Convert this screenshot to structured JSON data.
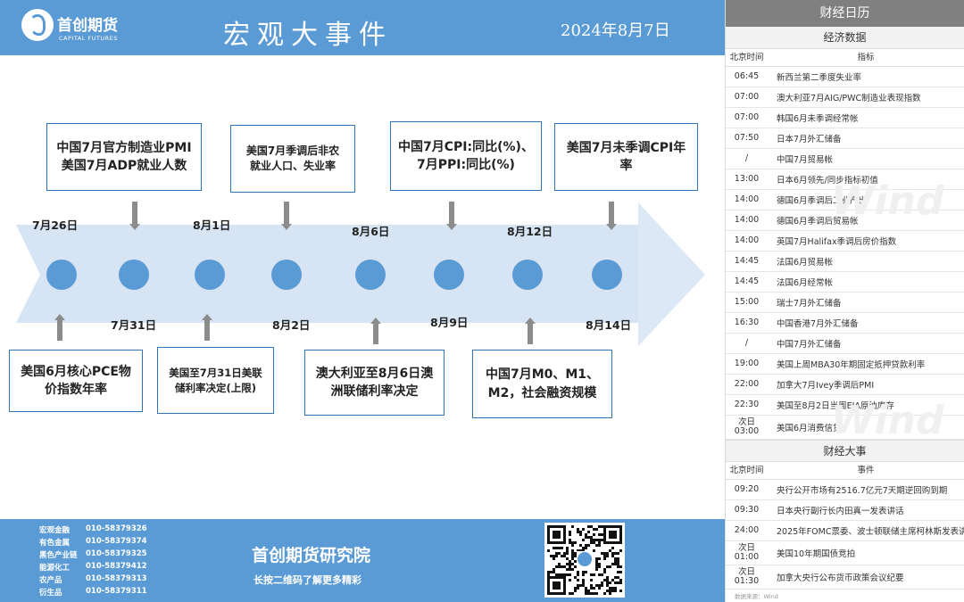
{
  "header": {
    "logo_cn": "首创期货",
    "logo_en": "CAPITAL FUTURES",
    "title": "宏观大事件",
    "date": "2024年8月7日"
  },
  "timeline": {
    "events_top": [
      {
        "text": "中国7月官方制造业PMI\n美国7月ADP就业人数"
      },
      {
        "text": "美国7月季调后非农\n就业人口、失业率"
      },
      {
        "text": "中国7月CPI:同比(%)、\n7月PPI:同比(%)"
      },
      {
        "text": "美国7月未季调CPI年\n率"
      }
    ],
    "events_bottom": [
      {
        "text": "美国6月核心PCE物\n价指数年率"
      },
      {
        "text": "美国至7月31日美联\n储利率决定(上限)"
      },
      {
        "text": "澳大利亚至8月6日澳\n洲联储利率决定"
      },
      {
        "text": "中国7月M0、M1、\nM2，社会融资规模"
      }
    ],
    "dates_top": [
      "7月26日",
      "8月1日",
      "8月6日",
      "8月12日"
    ],
    "dates_bottom": [
      "7月31日",
      "8月2日",
      "8月9日",
      "8月14日"
    ]
  },
  "footer": {
    "contacts": [
      {
        "dept": "宏观金融",
        "phone": "010-58379326"
      },
      {
        "dept": "有色金属",
        "phone": "010-58379374"
      },
      {
        "dept": "黑色产业链",
        "phone": "010-58379325"
      },
      {
        "dept": "能源化工",
        "phone": "010-58379412"
      },
      {
        "dept": "农产品",
        "phone": "010-58379313"
      },
      {
        "dept": "衍生品",
        "phone": "010-58379311"
      }
    ],
    "institute": "首创期货研究院",
    "scan_hint": "长按二维码了解更多精彩"
  },
  "calendar": {
    "title": "财经日历",
    "econ_title": "经济数据",
    "econ_headers": {
      "time": "北京时间",
      "item": "指标"
    },
    "econ_rows": [
      {
        "time": "06:45",
        "item": "新西兰第二季度失业率"
      },
      {
        "time": "07:00",
        "item": "澳大利亚7月AIG/PWC制造业表现指数"
      },
      {
        "time": "07:00",
        "item": "韩国6月未季调经常帐"
      },
      {
        "time": "07:50",
        "item": "日本7月外汇储备"
      },
      {
        "time": "/",
        "item": "中国7月贸易帐"
      },
      {
        "time": "13:00",
        "item": "日本6月领先/同步指标初值"
      },
      {
        "time": "14:00",
        "item": "德国6月季调后工业产出"
      },
      {
        "time": "14:00",
        "item": "德国6月季调后贸易帐"
      },
      {
        "time": "14:00",
        "item": "英国7月Halifax季调后房价指数"
      },
      {
        "time": "14:45",
        "item": "法国6月贸易帐"
      },
      {
        "time": "14:45",
        "item": "法国6月经常帐"
      },
      {
        "time": "15:00",
        "item": "瑞士7月外汇储备"
      },
      {
        "time": "16:30",
        "item": "中国香港7月外汇储备"
      },
      {
        "time": "/",
        "item": "中国7月外汇储备"
      },
      {
        "time": "19:00",
        "item": "美国上周MBA30年期固定抵押贷款利率"
      },
      {
        "time": "22:00",
        "item": "加拿大7月Ivey季调后PMI"
      },
      {
        "time": "22:30",
        "item": "美国至8月2日当周EIA原油库存"
      },
      {
        "time": "次日\n03:00",
        "item": "美国6月消费信贷"
      }
    ],
    "events_title": "财经大事",
    "events_headers": {
      "time": "北京时间",
      "item": "事件"
    },
    "events_rows": [
      {
        "time": "09:20",
        "item": "央行公开市场有2516.7亿元7天期逆回购到期"
      },
      {
        "time": "09:30",
        "item": "日本央行副行长内田真一发表讲话"
      },
      {
        "time": "24:00",
        "item": "2025年FOMC票委、波士顿联储主席柯林斯发表讲话"
      },
      {
        "time": "次日\n01:00",
        "item": "美国10年期国债竞拍"
      },
      {
        "time": "次日\n01:30",
        "item": "加拿大央行公布货币政策会议纪要"
      }
    ],
    "source": "数据来源：Wind",
    "watermark": "Wind"
  }
}
